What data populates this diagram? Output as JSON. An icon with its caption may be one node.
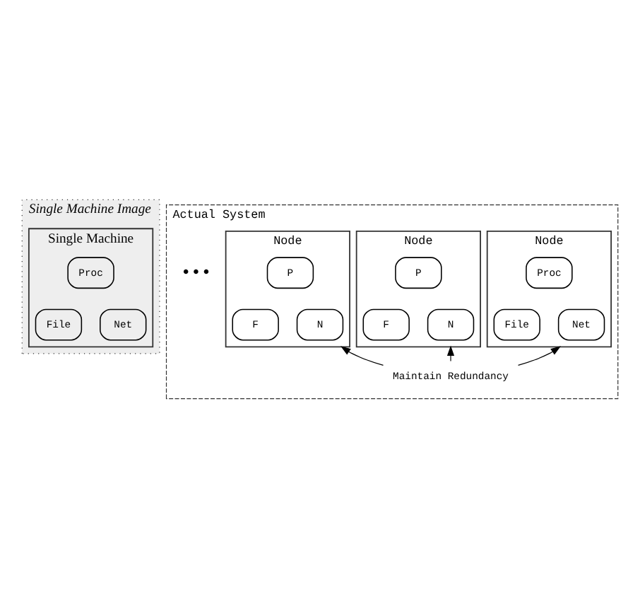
{
  "diagram": {
    "nodes": [
      {
        "text": [
          "Single Machine Image"
        ]
      },
      {
        "text": [
          "Single Machine"
        ],
        "in": 0
      },
      {
        "text": [
          "Proc"
        ],
        "in": 1
      },
      {
        "text": [
          "File"
        ],
        "in": 1
      },
      {
        "text": [
          "Net"
        ],
        "in": 1
      },
      {
        "text": [
          "Actual System"
        ]
      },
      {
        "text": [
          "Node"
        ],
        "in": 5
      },
      {
        "text": [
          "Proc"
        ],
        "in": 6
      },
      {
        "text": [
          "File"
        ],
        "in": 6
      },
      {
        "text": [
          "Net"
        ],
        "in": 6
      },
      {
        "text": [
          "Node"
        ],
        "in": 5
      },
      {
        "text": [
          "P"
        ],
        "in": 10
      },
      {
        "text": [
          "F"
        ],
        "in": 10
      },
      {
        "text": [
          "N"
        ],
        "in": 10
      },
      {
        "text": [
          "Node"
        ],
        "in": 5
      },
      {
        "text": [
          "P"
        ],
        "in": 14
      },
      {
        "text": [
          "F"
        ],
        "in": 14
      },
      {
        "text": [
          "N"
        ],
        "in": 14
      },
      {
        "text": [
          "Maintain Redundancy"
        ],
        "in": 5
      }
    ],
    "edges": [
      {
        "from": 18,
        "to": 6,
        "arrow": "to"
      },
      {
        "from": 18,
        "to": 10,
        "arrow": "to"
      },
      {
        "from": 18,
        "to": 14,
        "arrow": "to"
      }
    ],
    "labels": [
      "•••"
    ]
  }
}
